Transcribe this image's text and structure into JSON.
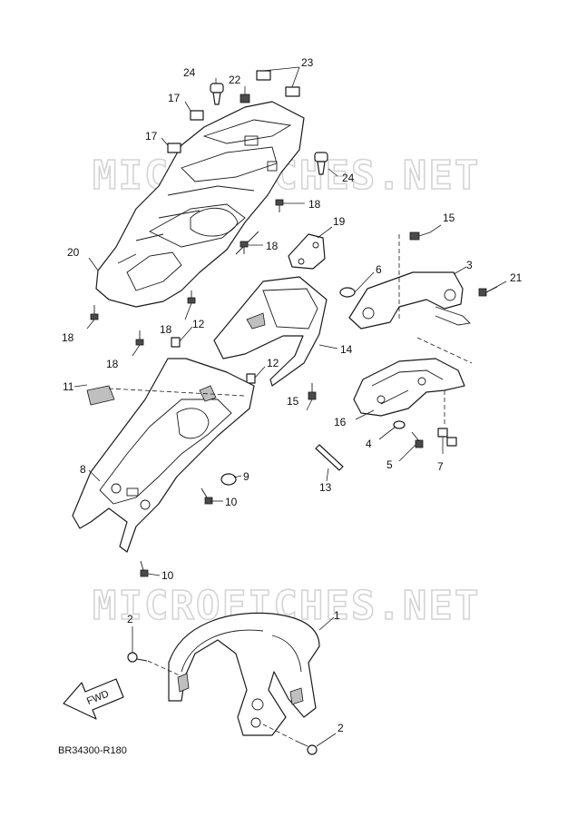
{
  "watermark": "MICROFICHES.NET",
  "diagram_code": "BR34300-R180",
  "fwd_label": "FWD",
  "callouts": {
    "c1": "1",
    "c2a": "2",
    "c2b": "2",
    "c3": "3",
    "c4": "4",
    "c5": "5",
    "c6": "6",
    "c7": "7",
    "c8": "8",
    "c9": "9",
    "c10a": "10",
    "c10b": "10",
    "c11": "11",
    "c12a": "12",
    "c12b": "12",
    "c13": "13",
    "c14": "14",
    "c15a": "15",
    "c15b": "15",
    "c16": "16",
    "c17a": "17",
    "c17b": "17",
    "c18a": "18",
    "c18b": "18",
    "c18c": "18",
    "c18d": "18",
    "c18e": "18",
    "c19": "19",
    "c20": "20",
    "c21": "21",
    "c22": "22",
    "c23": "23",
    "c24a": "24",
    "c24b": "24"
  },
  "colors": {
    "line": "#1a1a1a",
    "watermark": "#d4d4d4",
    "background": "#ffffff"
  }
}
